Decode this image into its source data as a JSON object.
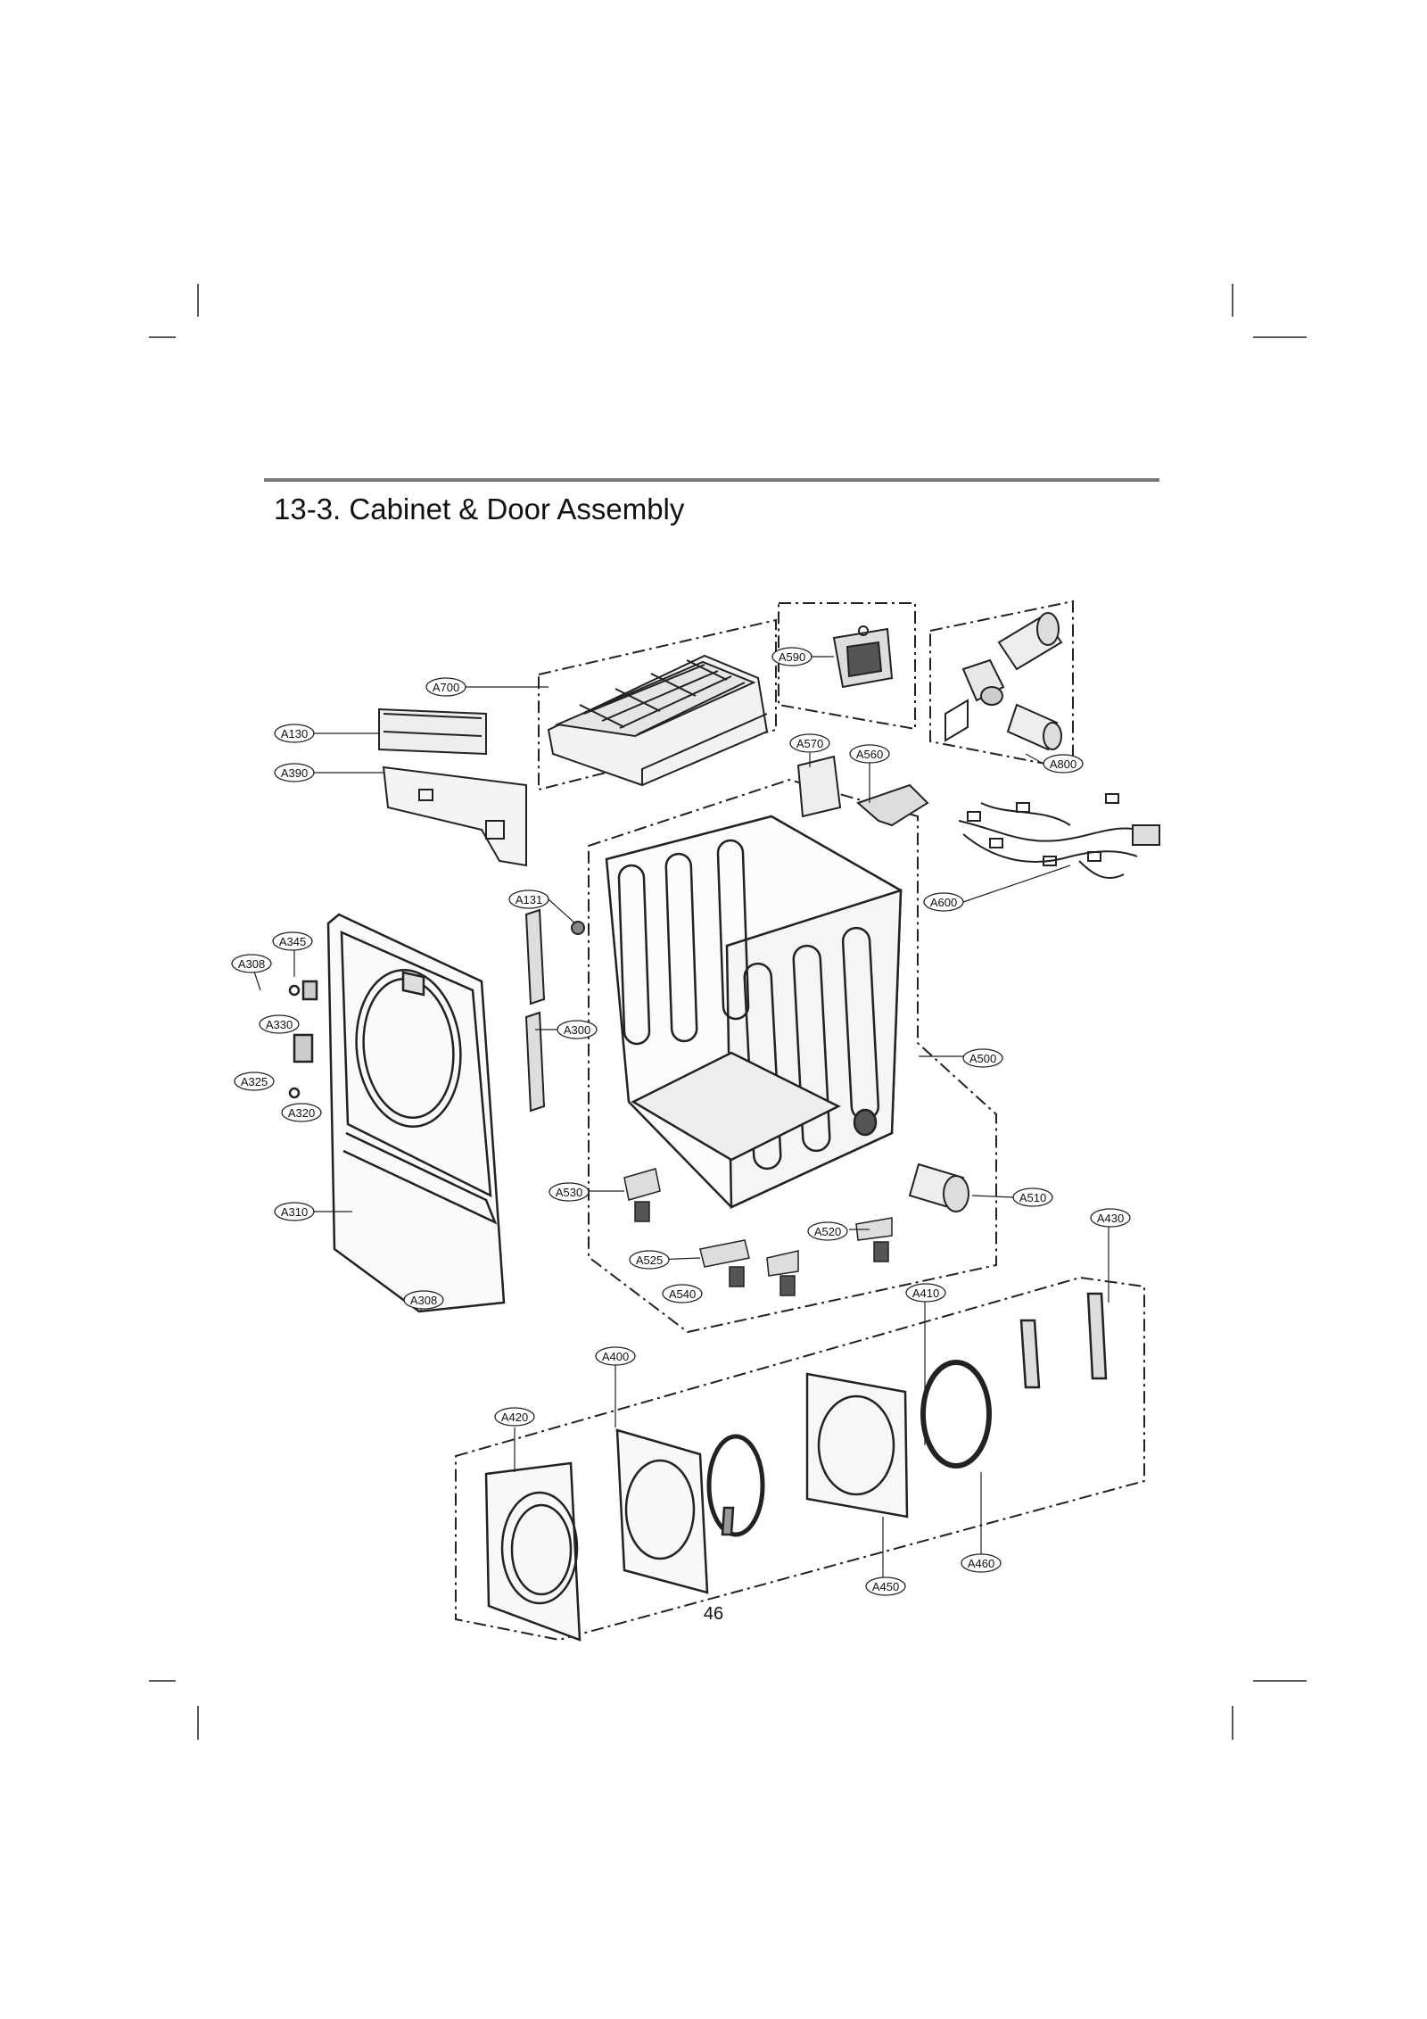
{
  "section_title": "13-3. Cabinet & Door Assembly",
  "page_number": "46",
  "callouts": [
    "A700",
    "A130",
    "A390",
    "A590",
    "A570",
    "A560",
    "A800",
    "A600",
    "A131",
    "A345",
    "A308",
    "A330",
    "A300",
    "A325",
    "A320",
    "A500",
    "A530",
    "A310",
    "A510",
    "A430",
    "A520",
    "A525",
    "A540",
    "A410",
    "A308",
    "A400",
    "A420",
    "A460",
    "A450"
  ]
}
